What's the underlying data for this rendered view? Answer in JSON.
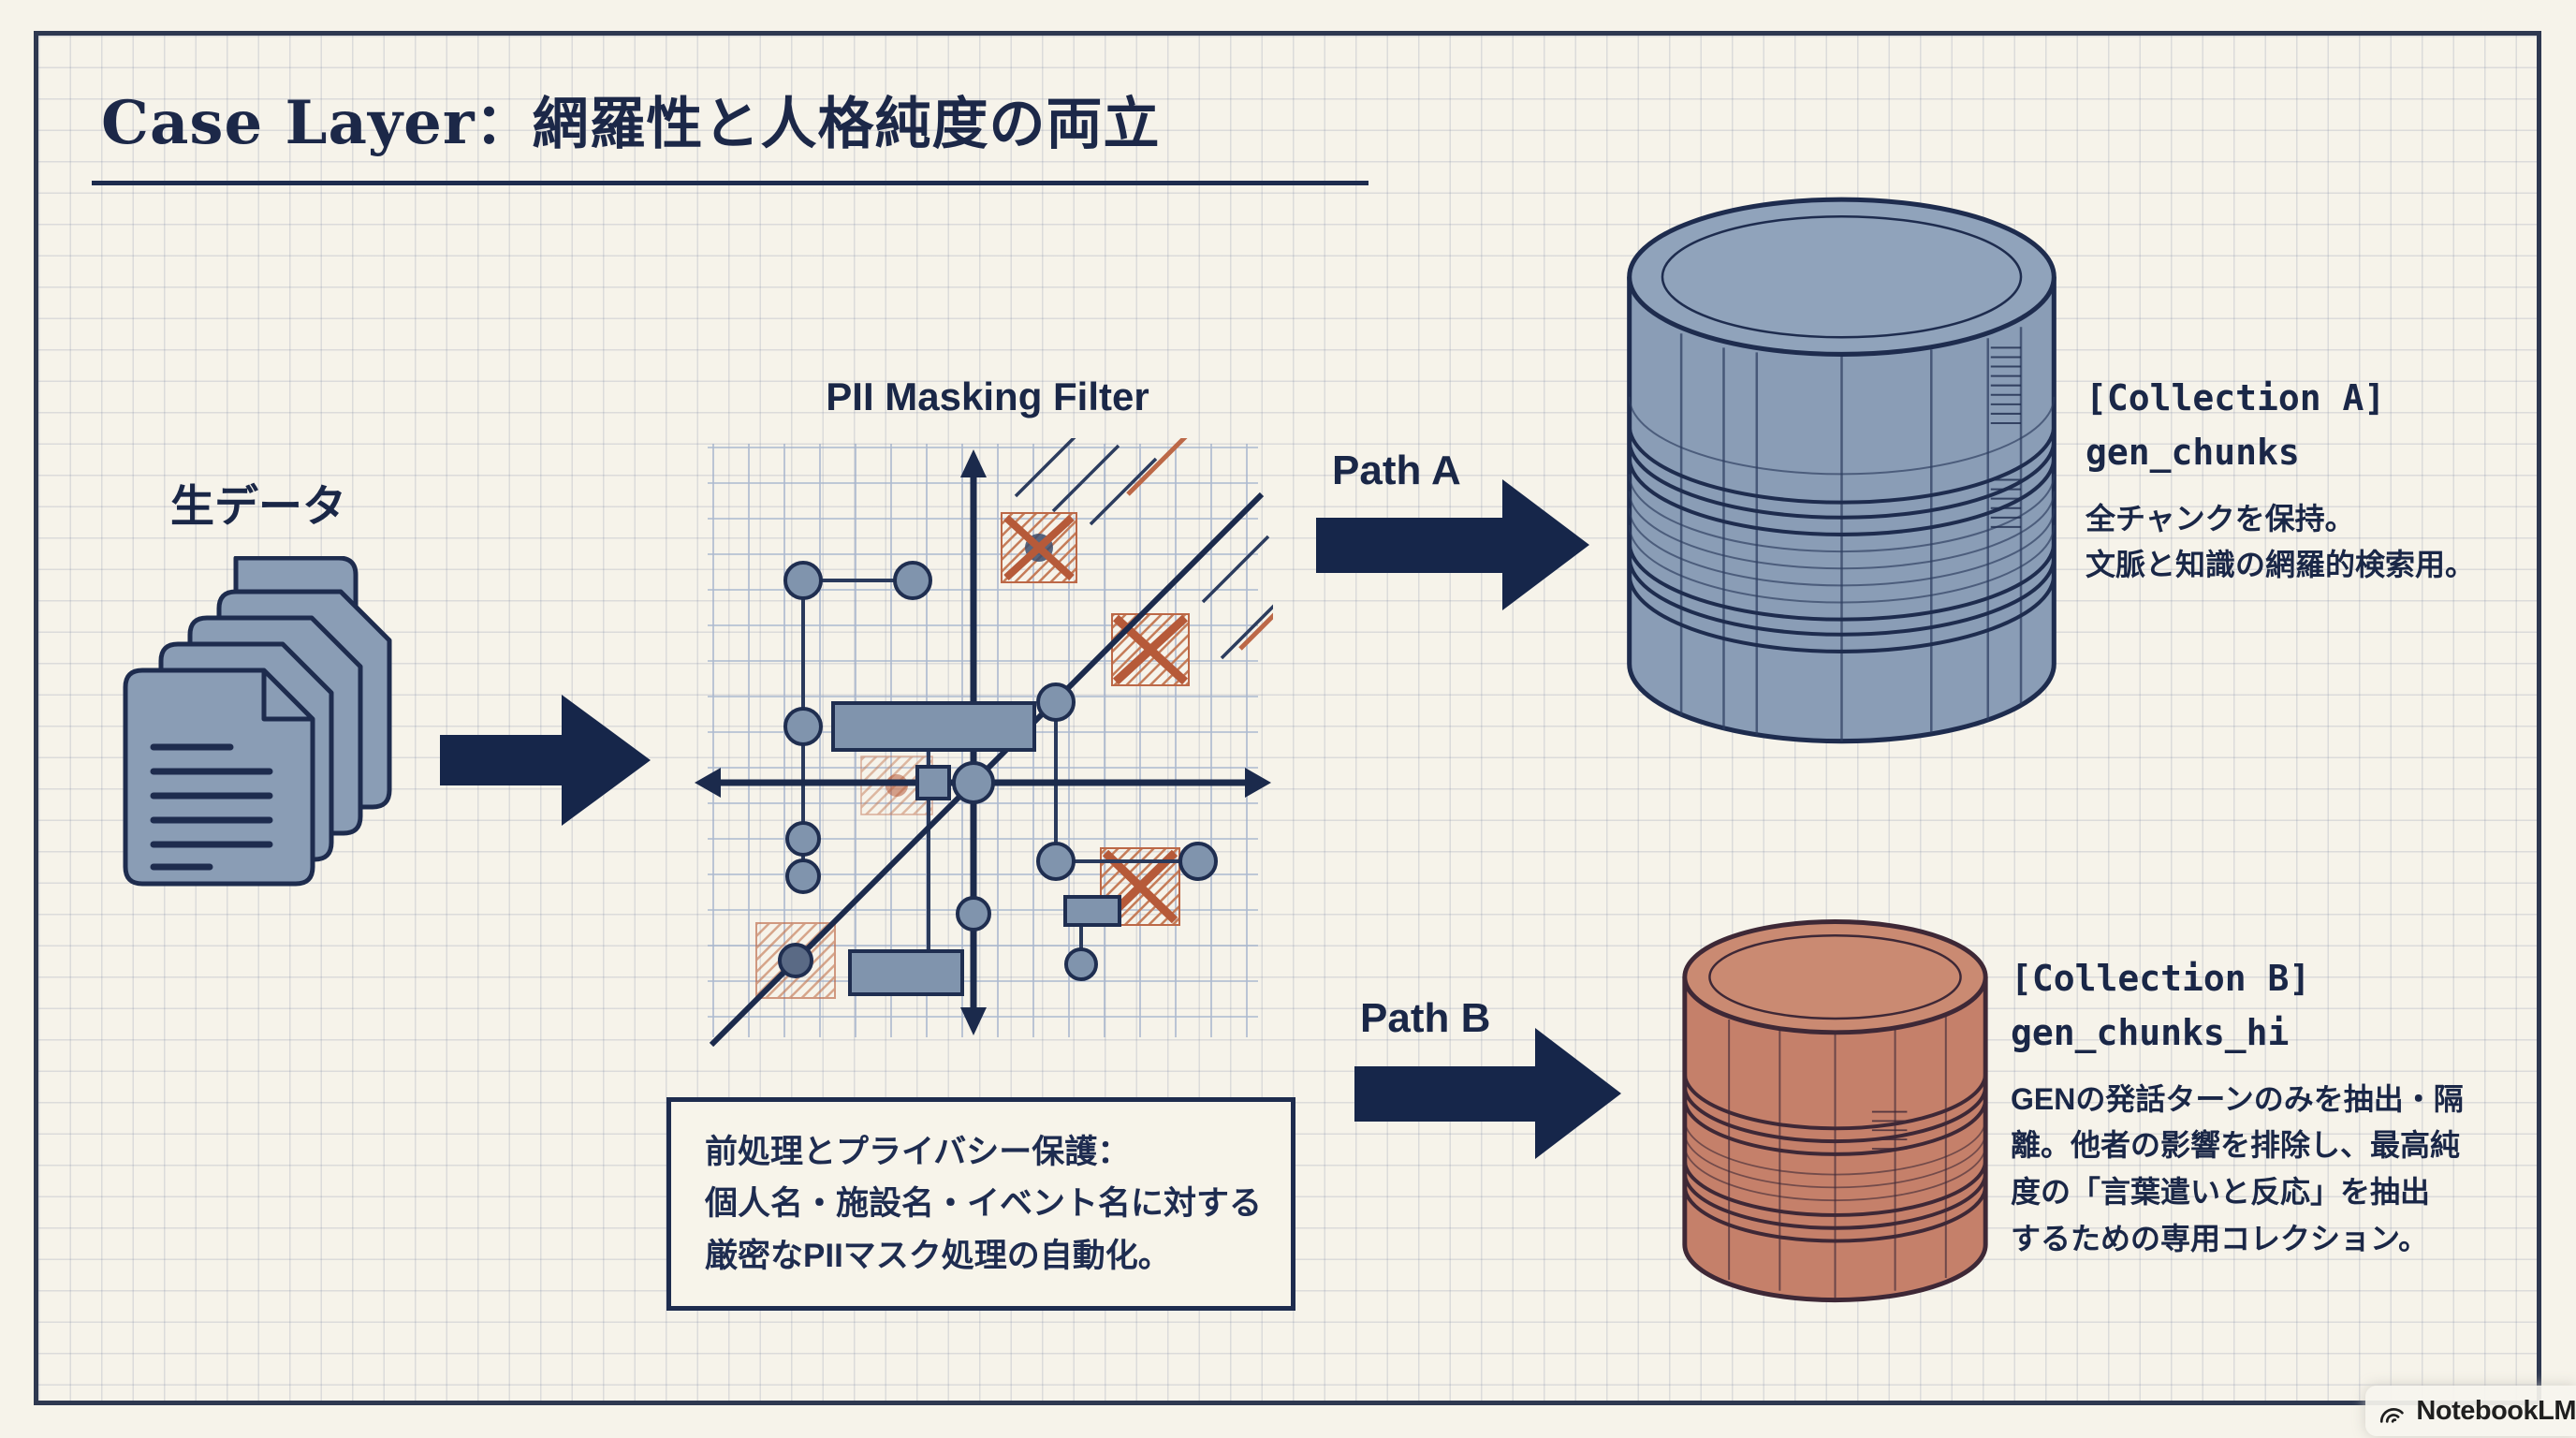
{
  "palette": {
    "background": "#f6f3ea",
    "navy": "#1c2a4a",
    "frame_border": "#2e3850",
    "blue_fill": "#8a9db5",
    "orange_fill": "#c5806a",
    "orange_hatch": "#b65a39",
    "grid_line": "#9aabc9"
  },
  "header": {
    "title_en": "Case Layer",
    "title_ja": "：網羅性と人格純度の両立"
  },
  "source": {
    "label": "生データ",
    "icon": "document-stack-icon"
  },
  "filter": {
    "title": "PII Masking Filter",
    "icon": "scatter-plot-icon"
  },
  "paths": {
    "a_label": "Path A",
    "b_label": "Path B",
    "arrow_icon": "arrow-right-icon"
  },
  "collection_a": {
    "tag": "[Collection A]",
    "name": "gen_chunks",
    "desc_lines": [
      "全チャンクを保持。",
      "文脈と知識の網羅的検索用。"
    ],
    "icon": "database-cylinder-icon"
  },
  "collection_b": {
    "tag": "[Collection B]",
    "name": "gen_chunks_hi",
    "desc_lines": [
      "GENの発話ターンのみを抽出・隔",
      "離。他者の影響を排除し、最高純",
      "度の「言葉遣いと反応」を抽出",
      "するための専用コレクション。"
    ],
    "icon": "database-cylinder-icon"
  },
  "note": {
    "lines": [
      "前処理とプライバシー保護：",
      "個人名・施設名・イベント名に対する",
      "厳密なPIIマスク処理の自動化。"
    ]
  },
  "watermark": {
    "label": "NotebookLM",
    "icon": "notebooklm-logo"
  }
}
